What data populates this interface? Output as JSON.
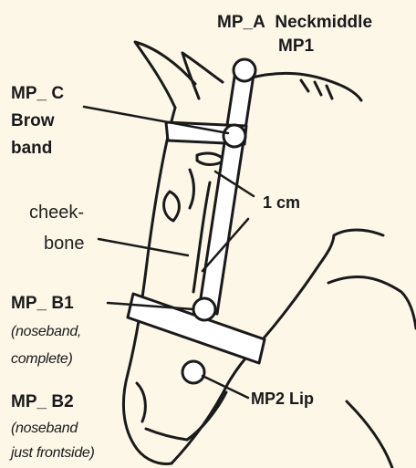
{
  "labels": {
    "mp_a": "MP_A",
    "neckmiddle": "Neckmiddle",
    "mp1": "MP1",
    "mp_c": "MP_ C",
    "brow_line1": "Brow",
    "brow_line2": "band",
    "cheek_line1": "cheek-",
    "cheek_line2": "bone",
    "one_cm": "1 cm",
    "mp_b1": "MP_ B1",
    "b1_note_line1": "(noseband,",
    "b1_note_line2": "complete)",
    "mp_b2": "MP_ B2",
    "b2_note_line1": "(noseband",
    "b2_note_line2": "just frontside)",
    "mp2_lip": "MP2 Lip"
  },
  "colors": {
    "background": "#fdf7e8",
    "stroke": "#1a1a1a",
    "strap_fill": "#ffffff"
  }
}
